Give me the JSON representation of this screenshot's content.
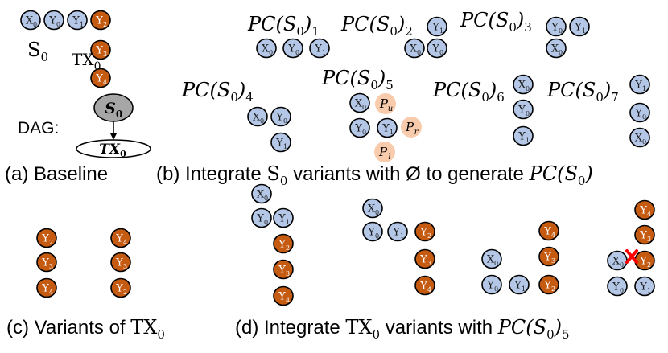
{
  "colors": {
    "blue_fill": "#b4c7e7",
    "orange_fill": "#c55a11",
    "peach_fill": "#f8cbad",
    "dag_gray": "#a6a6a6",
    "cross_red": "#ff0000",
    "stroke": "#000000"
  },
  "text": {
    "s0_label": "S",
    "s0_sub": "0",
    "tx0_label": "TX",
    "tx0_sub": "0",
    "dag_label": "DAG:",
    "dag_s0": "S",
    "dag_s0_sub": "0",
    "dag_tx0": "TX",
    "dag_tx0_sub": "0",
    "pc_main": "PC(S",
    "pc_sub0": "0",
    "pc_close": ")",
    "pc_1": "1",
    "pc_2": "2",
    "pc_3": "3",
    "pc_4": "4",
    "pc_5": "5",
    "pc_6": "6",
    "pc_7": "7",
    "pu": "P",
    "pu_sub": "u",
    "pr": "P",
    "pr_sub": "r",
    "pl": "P",
    "pl_sub": "l",
    "cap_a": "(a) Baseline",
    "cap_b_1": "(b) Integrate ",
    "cap_b_s": "S",
    "cap_b_s_sub": "0",
    "cap_b_2": " variants with Ø to generate ",
    "cap_b_pc": "PC(S",
    "cap_b_pc_sub": "0",
    "cap_b_pc_close": ")",
    "cap_c_1": "(c) Variants of ",
    "cap_c_tx": "TX",
    "cap_c_tx_sub": "0",
    "cap_d_1": "(d) Integrate ",
    "cap_d_tx": "TX",
    "cap_d_tx_sub": "0",
    "cap_d_2": " variants with ",
    "cap_d_pc": "PC(S",
    "cap_d_pc_sub": "0",
    "cap_d_pc_close": ")",
    "cap_d_pc_5": "5"
  },
  "nodes": {
    "x0": "X",
    "y0": "Y",
    "y1": "Y",
    "y2": "Y",
    "y3": "Y",
    "y4": "Y",
    "sub0": "0",
    "sub1": "1",
    "sub2": "2",
    "sub3": "3",
    "sub4": "4"
  }
}
